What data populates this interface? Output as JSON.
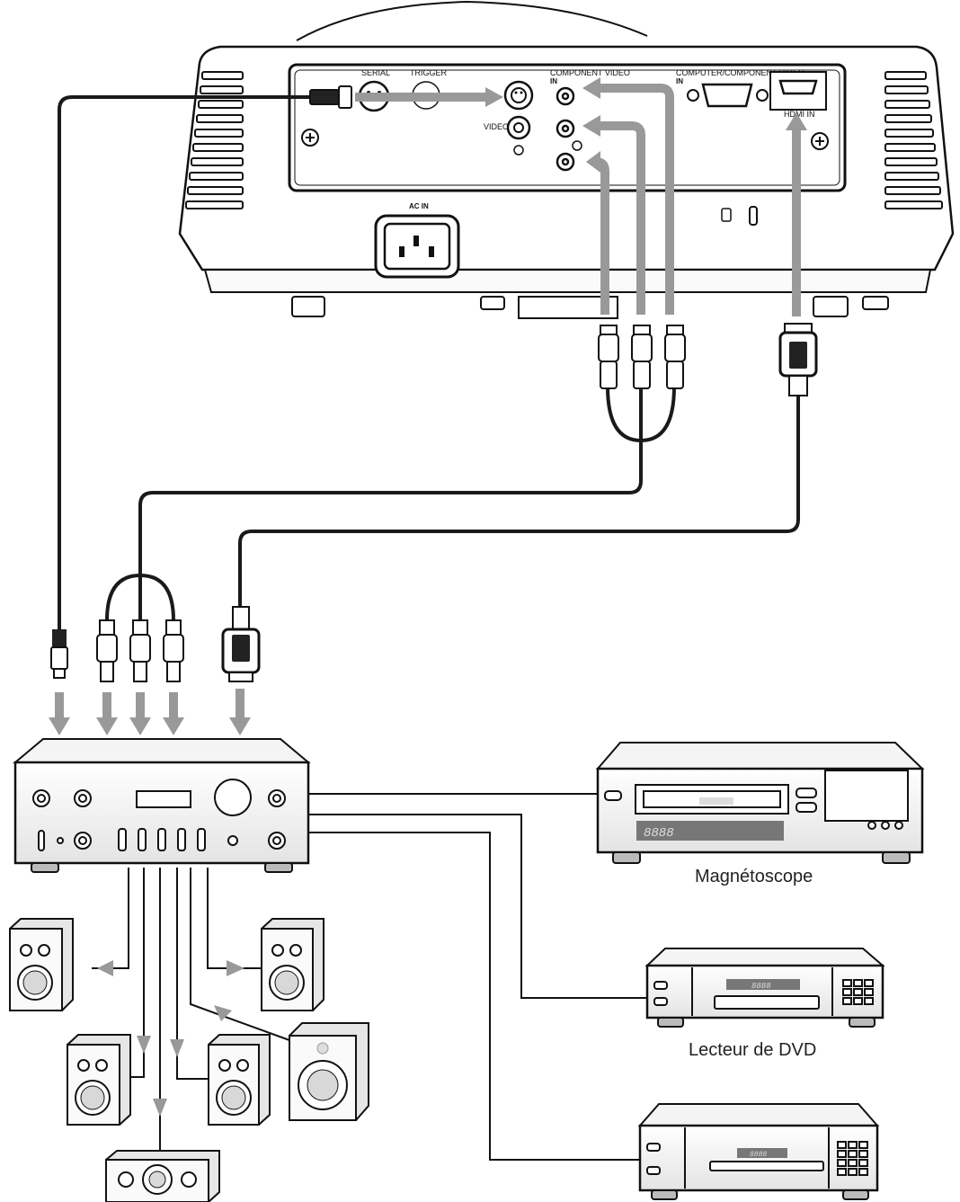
{
  "projector": {
    "port_labels": {
      "serial": "SERIAL",
      "trigger": "TRIGGER",
      "component_video": "COMPONENT VIDEO",
      "component_in": "IN",
      "computer_component_video": "COMPUTER/COMPONENT VIDEO",
      "computer_in": "IN",
      "video": "VIDEO",
      "hdmi_in": "HDMI IN",
      "ac_in": "AC IN"
    }
  },
  "devices": {
    "vcr": {
      "label": "Magnétoscope",
      "display": "8888"
    },
    "dvd": {
      "label": "Lecteur de DVD",
      "display": "8888"
    },
    "third": {
      "display": "8888"
    }
  },
  "colors": {
    "cable": "#1a1a1a",
    "arrow": "#999999",
    "device_fill": "#f2f2f2",
    "outline": "#111111"
  }
}
